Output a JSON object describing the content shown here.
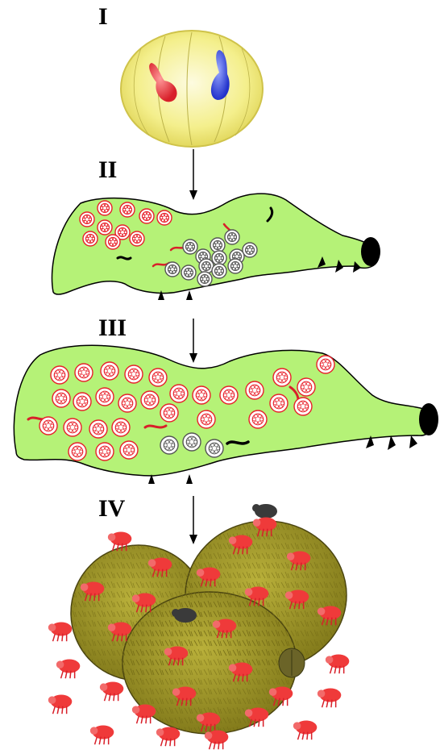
{
  "stages": [
    {
      "id": "I",
      "label": "I"
    },
    {
      "id": "II",
      "label": "II"
    },
    {
      "id": "III",
      "label": "III"
    },
    {
      "id": "IV",
      "label": "IV"
    }
  ],
  "colors": {
    "egg_fill": "#f4ef8c",
    "egg_center": "#fbf7c8",
    "nucleus_red": "#e23b3b",
    "nucleus_blue": "#3b4fe0",
    "larva_fill": "#b5f277",
    "larva_outline": "#000000",
    "cyst_red": "#e8202a",
    "cyst_gray": "#555555",
    "worm_red": "#d8202a",
    "cadaver_fill": "#a39a28",
    "cadaver_dark": "#7a7218",
    "mite_red": "#ef3a3a",
    "beetle_gray": "#3a3a3a"
  },
  "icons": [
    "egg-icon",
    "larva-icon",
    "spore-cyst-icon",
    "mite-icon",
    "beetle-icon",
    "arrow-down-icon"
  ]
}
